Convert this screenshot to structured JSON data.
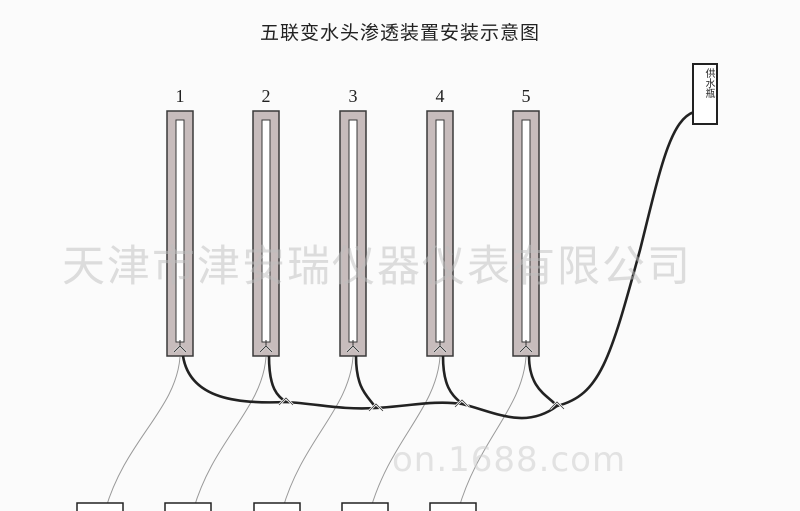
{
  "title": "五联变水头渗透装置安装示意图",
  "columns": [
    {
      "label": "1"
    },
    {
      "label": "2"
    },
    {
      "label": "3"
    },
    {
      "label": "4"
    },
    {
      "label": "5"
    }
  ],
  "supply_bottle": {
    "label": "供水瓶"
  },
  "watermark": {
    "company": "天津市津安瑞仪器仪表有限公司",
    "url": "on.1688.com"
  },
  "colors": {
    "column_fill": "#c7bcbc",
    "column_stroke": "#3a3a3a",
    "tube_line": "#222222",
    "drain_line": "#999999"
  }
}
